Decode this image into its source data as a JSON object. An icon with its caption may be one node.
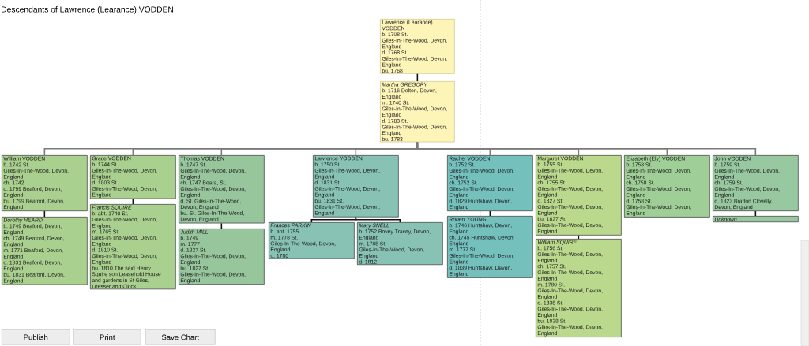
{
  "diagram": {
    "title": "Descendants of Lawrence (Learance) VODDEN",
    "nodes": [
      {
        "text": [
          "Lawrence (Learance) VODDEN",
          "b. 1708 St. Giles-In-The-Wood, Devon, England",
          "d. 1768 St. Giles-In-The-Wood, Devon, England",
          "bu. 1768"
        ]
      },
      {
        "text": [
          "Martha GREGORY",
          "b. 1716 Dolton, Devon, England",
          "m. 1740 St. Giles-In-The-Wood, Devon, England",
          "d. 1783 St. Giles-In-The-Wood, Devon, England",
          "bu. 1783"
        ]
      },
      {
        "text": [
          "William VODDEN",
          "b. 1742 St. Giles-In-The-Wood, Devon, England",
          "ch. 1742",
          "d. 1799 Beaford, Devon, England",
          "bu. 1799 Beaford, Devon, England"
        ]
      },
      {
        "text": [
          "Dorothy HEARD",
          "b. 1749 Beaford, Devon, England",
          "ch. 1749 Beaford, Devon, England",
          "m. 1771 Beaford, Devon, England",
          "d. 1831 Beaford, Devon, England",
          "bu. 1831 Beaford, Devon, England"
        ]
      },
      {
        "text": [
          "Grace VODDEN",
          "b. 1744 St. Giles-In-The-Wood, Devon, England",
          "d. 1803 St. Giles-In-The-Wood, Devon, England"
        ]
      },
      {
        "text": [
          "Francis SQUIRE",
          "b. abt. 1740 St. Giles-In-The-Wood, Devon, England",
          "m. 1765 St. Giles-In-The-Wood, Devon, England",
          "d. 1810 St. Giles-In-The-Wood, Devon, England",
          "bu. 1810 The said Henry Squire son Leasehold House and gardens in St Giles, Dresser and Clock"
        ]
      },
      {
        "text": [
          "Thomas VODDEN",
          "b. 1747 St. Giles-In-The-Wood, Devon, England",
          "ch. 1747 Beara, St. Giles-In-The-Wood, Devon, England",
          "d. St. Giles-In-The-Wood, Devon, England",
          "bu. St. Giles-In-The-Wood, Devon, England"
        ]
      },
      {
        "text": [
          "Judith MILL",
          "b. 1749",
          "m. 1777",
          "d. 1827 St. Giles-In-The-Wood, Devon, England",
          "bu. 1827 St. Giles-In-The-Wood, Devon, England"
        ]
      },
      {
        "text": [
          "Lawrence VODDEN",
          "b. 1750 St. Giles-In-The-Wood, Devon, England",
          "d. 1831 St. Giles-In-The-Wood, Devon, England",
          "bu. 1831 St. Giles-In-The-Wood, Devon, England"
        ]
      },
      {
        "text": [
          "Frances PARKIN",
          "b. abt. 1755",
          "m. 1778 St. Giles-In-The-Wood, Devon, England",
          "d. 1780"
        ]
      },
      {
        "text": [
          "Mary SNELL",
          "b. 1752 Bovey Tracey, Devon, England",
          "m. 1785 St. Giles-In-The-Wood, Devon, England",
          "d. 1812"
        ]
      },
      {
        "text": [
          "Rachel VODDEN",
          "b. 1752 St. Giles-In-The-Wood, Devon, England",
          "ch. 1752 St. Giles-In-The-Wood, Devon, England",
          "d. 1829 Huntshaw, Devon, England"
        ]
      },
      {
        "text": [
          "Robert YOUNG",
          "b. 1746 Huntshaw, Devon, England",
          "ch. 1745 Huntshaw, Devon, England",
          "m. 1777 St. Giles-In-The-Wood, Devon, England",
          "d. 1839 Huntshaw, Devon, England"
        ]
      },
      {
        "text": [
          "Margaret VODDEN",
          "b. 1755 St. Giles-In-The-Wood, Devon, England",
          "ch. 1755 St. Giles-In-The-Wood, Devon, England",
          "d. 1827 St. Giles-In-The-Wood, Devon, England",
          "bu. 1827 St. Giles-In-The-Wood, Devon, England"
        ]
      },
      {
        "text": [
          "William SQUIRE",
          "b. 1756 St. Giles-In-The-Wood, Devon, England",
          "ch. 1757 St. Giles-In-The-Wood, Devon, England",
          "m. 1780 St. Giles-In-The-Wood, Devon, England",
          "d. 1838 St. Giles-In-The-Wood, Devon, England",
          "bu. 1838 St. Giles-In-The-Wood, Devon, England"
        ]
      },
      {
        "text": [
          "Elizabeth (Ely) VODDEN",
          "b. 1758 St. Giles-In-The-Wood, Devon, England",
          "ch. 1758 St. Giles-In-The-Wood, Devon, England",
          "d. 1758 St. Giles-In-The-Wood, Devon, England"
        ]
      },
      {
        "text": [
          "John VODDEN",
          "b. 1759 St. Giles-In-The-Wood, Devon, England",
          "ch. 1759 St. Giles-In-The-Wood, Devon, England",
          "d. 1823 Bratton Clovelly, Devon, England"
        ]
      },
      {
        "text": [
          "Unknown"
        ]
      }
    ],
    "edges": [
      {
        "from": 0,
        "to": 1,
        "arrow": "none"
      },
      {
        "from": 1,
        "to": 2,
        "arrow": "none",
        "color": "#7a7a7a"
      },
      {
        "from": 1,
        "to": 4,
        "arrow": "none",
        "color": "#7a7a7a"
      },
      {
        "from": 1,
        "to": 6,
        "arrow": "none",
        "color": "#7a7a7a"
      },
      {
        "from": 1,
        "to": 8,
        "arrow": "none",
        "color": "#7a7a7a"
      },
      {
        "from": 1,
        "to": 11,
        "arrow": "none",
        "color": "#7a7a7a"
      },
      {
        "from": 1,
        "to": 13,
        "arrow": "none",
        "color": "#7a7a7a"
      },
      {
        "from": 1,
        "to": 15,
        "arrow": "none",
        "color": "#7a7a7a"
      },
      {
        "from": 1,
        "to": 16,
        "arrow": "none",
        "color": "#7a7a7a"
      },
      {
        "from": 2,
        "to": 3,
        "arrow": "none"
      },
      {
        "from": 4,
        "to": 5,
        "arrow": "none"
      },
      {
        "from": 6,
        "to": 7,
        "arrow": "none"
      },
      {
        "from": 8,
        "to": 9,
        "arrow": "none"
      },
      {
        "from": 8,
        "to": 10,
        "arrow": "none"
      },
      {
        "from": 11,
        "to": 12,
        "arrow": "none"
      },
      {
        "from": 13,
        "to": 14,
        "arrow": "none"
      },
      {
        "from": 16,
        "to": 17,
        "arrow": "none"
      }
    ],
    "labels": [
      "Publish",
      "Print",
      "Save Chart"
    ]
  }
}
